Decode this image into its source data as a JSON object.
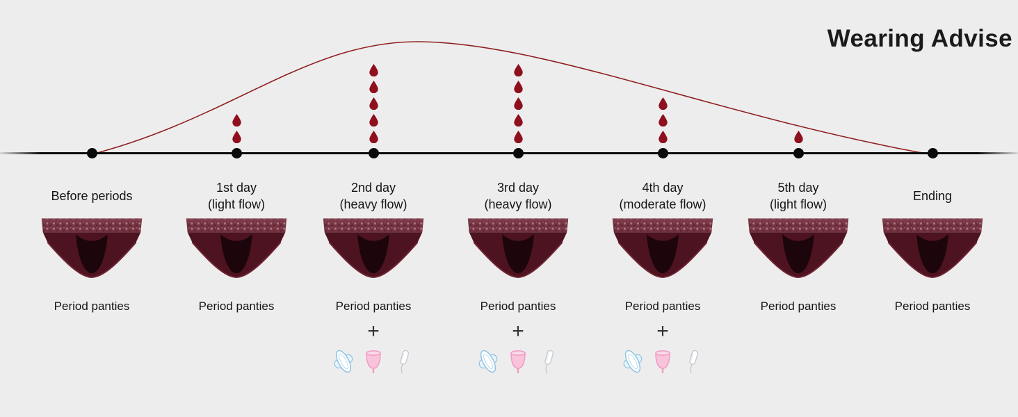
{
  "title": "Wearing Advise",
  "colors": {
    "background": "#ededed",
    "timeline": "#0a0a0a",
    "curve": "#8a1616",
    "drop": "#8e0f1d",
    "panty_body": "#4e1320"
  },
  "timeline": {
    "plus_sign": "+",
    "extras_icons": [
      "sanitary-pad",
      "menstrual-cup",
      "tampon"
    ],
    "points": [
      {
        "label_lines": [
          "Before periods"
        ],
        "drops": 0,
        "product_label": "Period panties",
        "extras": false
      },
      {
        "label_lines": [
          "1st day",
          "(light flow)"
        ],
        "drops": 2,
        "product_label": "Period panties",
        "extras": false
      },
      {
        "label_lines": [
          "2nd day",
          "(heavy flow)"
        ],
        "drops": 5,
        "product_label": "Period panties",
        "extras": true
      },
      {
        "label_lines": [
          "3rd day",
          "(heavy flow)"
        ],
        "drops": 5,
        "product_label": "Period panties",
        "extras": true
      },
      {
        "label_lines": [
          "4th day",
          "(moderate flow)"
        ],
        "drops": 3,
        "product_label": "Period panties",
        "extras": true
      },
      {
        "label_lines": [
          "5th day",
          "(light flow)"
        ],
        "drops": 1,
        "product_label": "Period panties",
        "extras": false
      },
      {
        "label_lines": [
          "Ending"
        ],
        "drops": 0,
        "product_label": "Period panties",
        "extras": false
      }
    ]
  }
}
